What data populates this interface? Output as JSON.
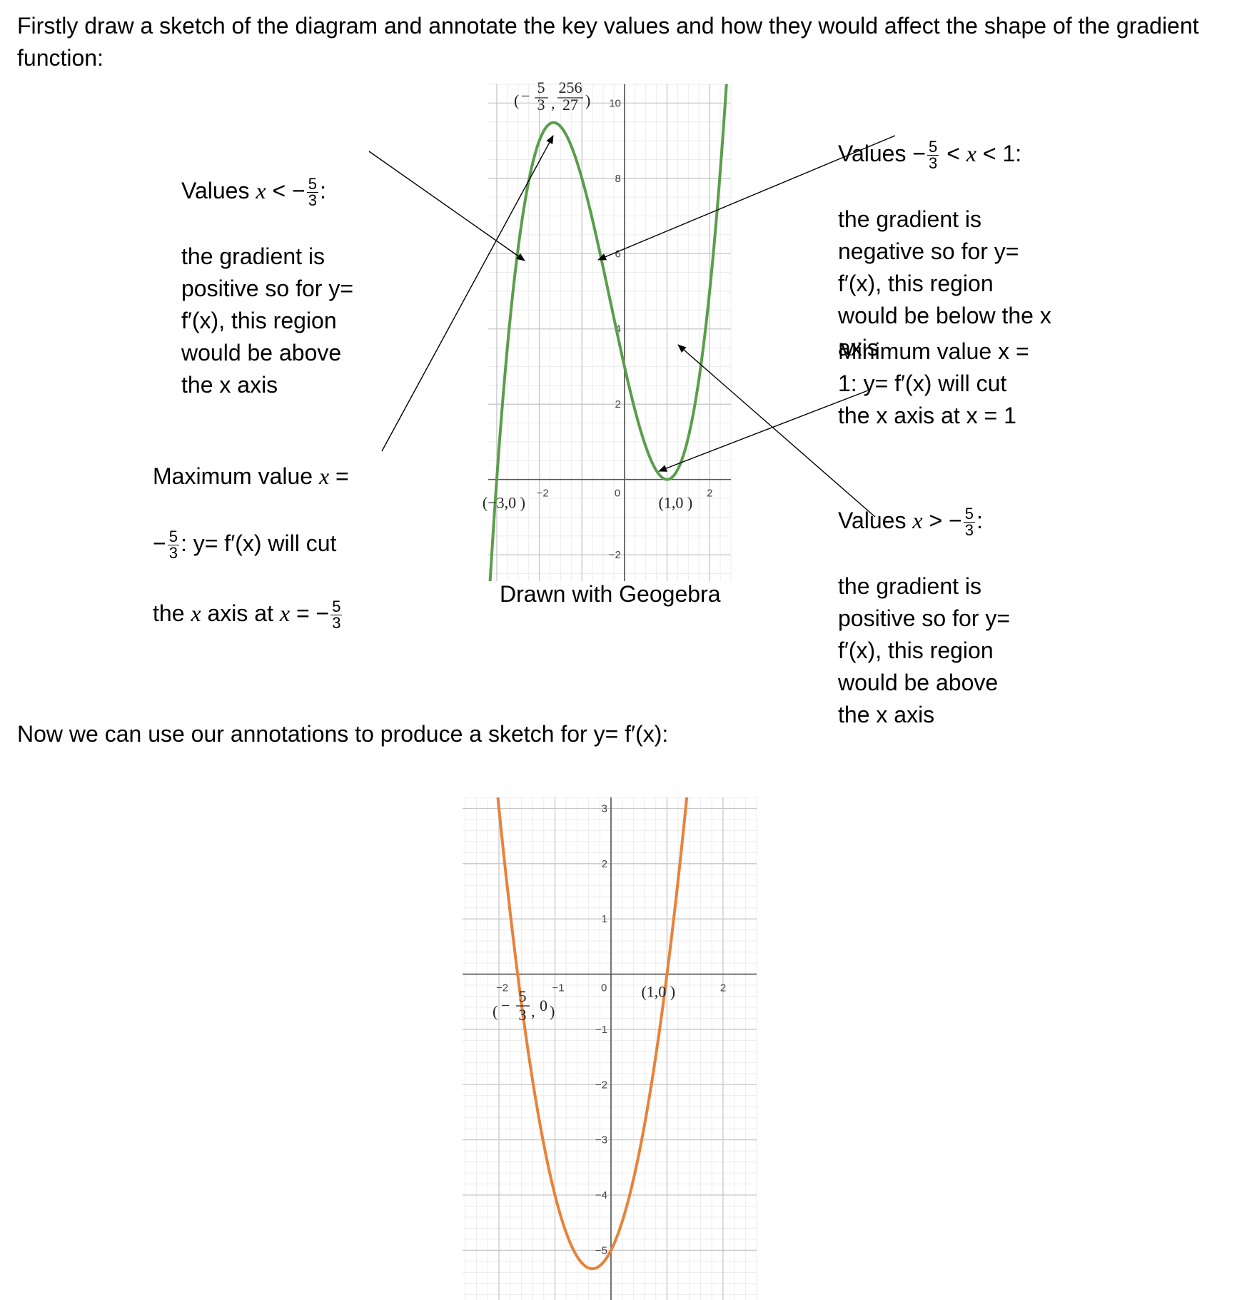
{
  "intro": "Firstly draw a sketch of the diagram and  annotate the key values and how they would affect the shape of the gradient function:",
  "annotations": {
    "left_top": {
      "head": "Values ",
      "var": "x",
      "rel": " < −",
      "frac_num": "5",
      "frac_den": "3",
      "tail": ":",
      "body": "the gradient is\npositive so for y=\nf′(x), this region\nwould be above\nthe x axis"
    },
    "left_bottom": {
      "line1": "Maximum value ",
      "line1_var": "x",
      "line1_eq": " =",
      "line2_pre": "−",
      "line2_num": "5",
      "line2_den": "3",
      "line2_post": ": y= f′(x) will cut",
      "line3_pre": "the ",
      "line3_var": "x",
      "line3_mid": " axis at ",
      "line3_var2": "x",
      "line3_eq": " = −",
      "line3_num": "5",
      "line3_den": "3"
    },
    "right_top": {
      "head": "Values −",
      "frac_num": "5",
      "frac_den": "3",
      "mid": " < ",
      "var": "x",
      "tail": " < 1:",
      "body": "the gradient is\nnegative so for y=\nf′(x), this region\nwould be below the x\naxis"
    },
    "right_mid": {
      "body": "Minimum value x =\n1: y= f′(x) will cut\nthe x axis at x = 1"
    },
    "right_bottom": {
      "head": "Values ",
      "var": "x",
      "rel": " > −",
      "frac_num": "5",
      "frac_den": "3",
      "tail": ":",
      "body": "the gradient is\npositive so for y=\nf′(x), this region\nwould be above\nthe x axis"
    }
  },
  "caption": "Drawn with Geogebra",
  "now_text": "Now we can use our annotations to produce a sketch for y= f′(x):",
  "colors": {
    "curve_top": "#5a9e4b",
    "curve_bottom": "#e8823a",
    "grid_major": "#c8c8c8",
    "grid_minor": "#ececec"
  },
  "chart_data": [
    {
      "type": "line",
      "title": "",
      "function": "y = (x+3)(x-1)^2",
      "x_tick_labels": [
        "−2",
        "0",
        "2"
      ],
      "y_tick_labels": [
        "−2",
        "0",
        "2",
        "4",
        "6",
        "8",
        "10"
      ],
      "xlim": [
        -3.2,
        2.5
      ],
      "ylim": [
        -2.7,
        10.5
      ],
      "points": [
        {
          "x": -3,
          "y": 0,
          "label": "(−3,0 )"
        },
        {
          "x": 1,
          "y": 0,
          "label": "(1,0 )"
        },
        {
          "x": -1.667,
          "y": 9.48,
          "label": "(−5/3, 256/27)",
          "label_num1": "5",
          "label_den1": "3",
          "label_num2": "256",
          "label_den2": "27"
        }
      ]
    },
    {
      "type": "line",
      "title": "",
      "function": "y = 3x^2 + 2x - 5",
      "x_tick_labels": [
        "−2",
        "−1",
        "0",
        "2"
      ],
      "y_tick_labels": [
        "3",
        "2",
        "1",
        "0",
        "−1",
        "−2",
        "−3",
        "−4",
        "−5"
      ],
      "xlim": [
        -2.65,
        2.6
      ],
      "ylim": [
        -5.9,
        3.2
      ],
      "points": [
        {
          "x": -1.667,
          "y": 0,
          "label": "(−5/3, 0)",
          "label_num": "5",
          "label_den": "3",
          "label_y": "0"
        },
        {
          "x": 1,
          "y": 0,
          "label": "(1,0 )"
        }
      ]
    }
  ]
}
